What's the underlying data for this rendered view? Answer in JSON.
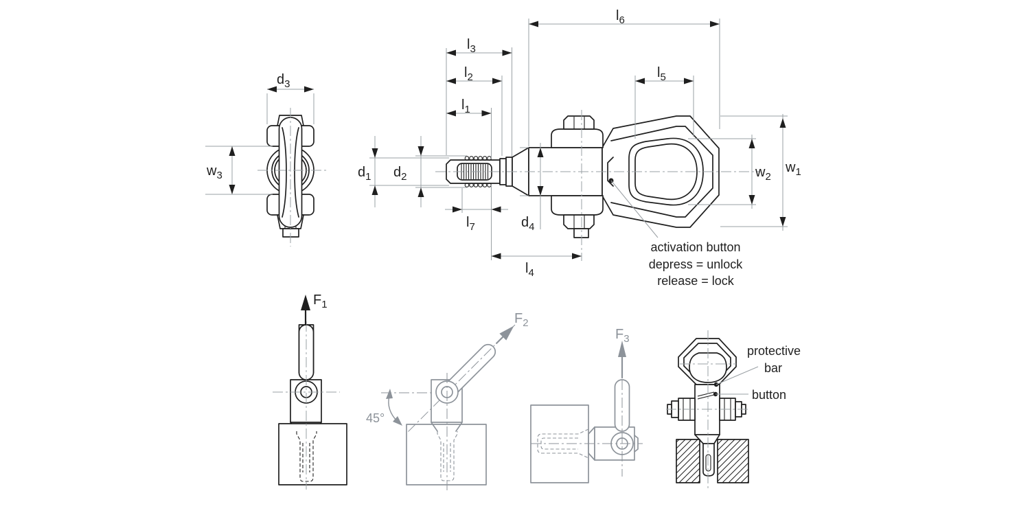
{
  "colors": {
    "bg": "#ffffff",
    "ink": "#1f1f1f",
    "thin": "#9aa0a4",
    "gray": "#8d939a"
  },
  "dimension_labels": {
    "d1": {
      "base": "d",
      "sub": "1"
    },
    "d2": {
      "base": "d",
      "sub": "2"
    },
    "d3": {
      "base": "d",
      "sub": "3"
    },
    "d4": {
      "base": "d",
      "sub": "4"
    },
    "l1": {
      "base": "l",
      "sub": "1"
    },
    "l2": {
      "base": "l",
      "sub": "2"
    },
    "l3": {
      "base": "l",
      "sub": "3"
    },
    "l4": {
      "base": "l",
      "sub": "4"
    },
    "l5": {
      "base": "l",
      "sub": "5"
    },
    "l6": {
      "base": "l",
      "sub": "6"
    },
    "l7": {
      "base": "l",
      "sub": "7"
    },
    "w1": {
      "base": "w",
      "sub": "1"
    },
    "w2": {
      "base": "w",
      "sub": "2"
    },
    "w3": {
      "base": "w",
      "sub": "3"
    }
  },
  "force_labels": {
    "f1": {
      "base": "F",
      "sub": "1"
    },
    "f2": {
      "base": "F",
      "sub": "2"
    },
    "f3": {
      "base": "F",
      "sub": "3"
    }
  },
  "angle_label": "45°",
  "annotations": {
    "activation": {
      "lines": [
        "activation button",
        "depress = unlock",
        "release = lock"
      ]
    },
    "protective_bar": {
      "lines": [
        "protective",
        "bar"
      ]
    },
    "button": {
      "label": "button"
    }
  }
}
